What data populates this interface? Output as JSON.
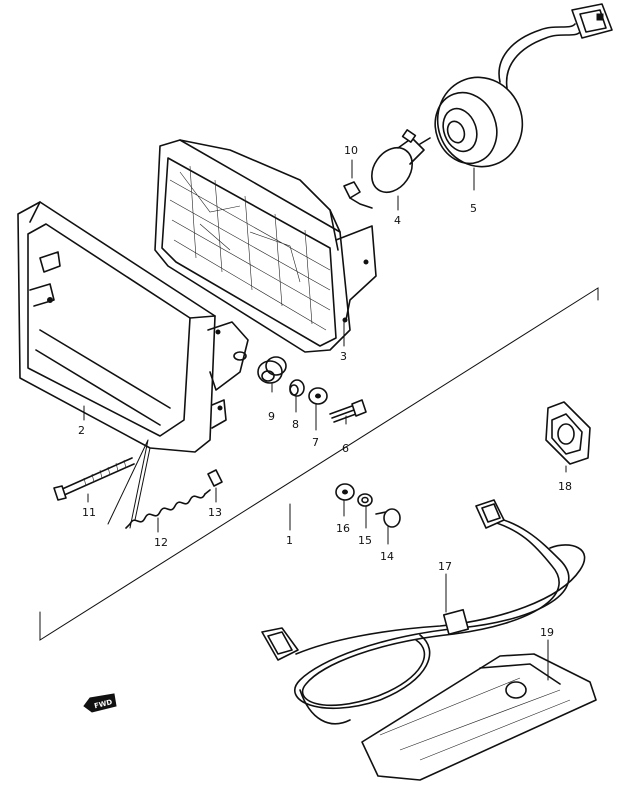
{
  "diagram": {
    "callouts": [
      {
        "id": "1",
        "label": "1"
      },
      {
        "id": "2",
        "label": "2"
      },
      {
        "id": "3",
        "label": "3"
      },
      {
        "id": "4",
        "label": "4"
      },
      {
        "id": "5",
        "label": "5"
      },
      {
        "id": "6",
        "label": "6"
      },
      {
        "id": "7",
        "label": "7"
      },
      {
        "id": "8",
        "label": "8"
      },
      {
        "id": "9",
        "label": "9"
      },
      {
        "id": "10",
        "label": "10"
      },
      {
        "id": "11",
        "label": "11"
      },
      {
        "id": "12",
        "label": "12"
      },
      {
        "id": "13",
        "label": "13"
      },
      {
        "id": "14",
        "label": "14"
      },
      {
        "id": "15",
        "label": "15"
      },
      {
        "id": "16",
        "label": "16"
      },
      {
        "id": "17",
        "label": "17"
      },
      {
        "id": "18",
        "label": "18"
      },
      {
        "id": "19",
        "label": "19"
      }
    ],
    "direction_badge": "FWD"
  }
}
